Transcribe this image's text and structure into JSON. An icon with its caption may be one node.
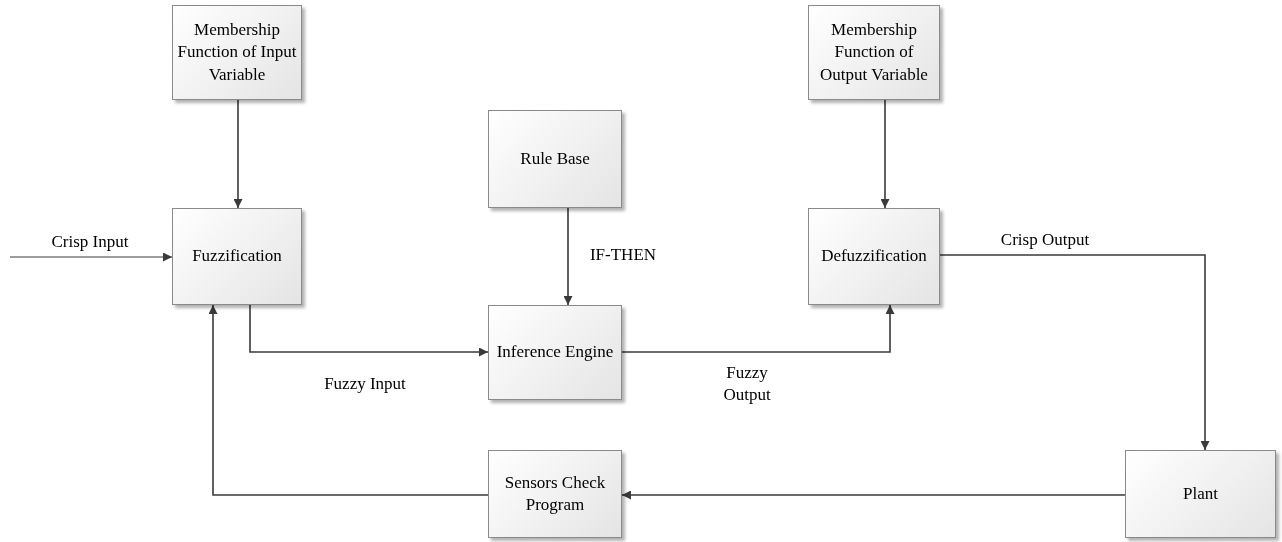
{
  "diagram": {
    "nodes": [
      {
        "text": [
          "Membership Function of Input Variable"
        ]
      },
      {
        "text": [
          "Rule Base"
        ]
      },
      {
        "text": [
          "Membership Function of Output Variable"
        ]
      },
      {
        "text": [
          "Fuzzification"
        ]
      },
      {
        "text": [
          "Inference Engine"
        ]
      },
      {
        "text": [
          "Defuzzification"
        ]
      },
      {
        "text": [
          "Sensors Check Program"
        ]
      },
      {
        "text": [
          "Plant"
        ]
      }
    ],
    "edges": [
      {
        "from": 0,
        "to": 3,
        "arrow": "to"
      },
      {
        "from": null,
        "to": 3,
        "arrow": "to",
        "label": "Crisp Input"
      },
      {
        "from": 3,
        "to": 4,
        "arrow": "to",
        "label": "Fuzzy Input"
      },
      {
        "from": 1,
        "to": 4,
        "arrow": "to",
        "label": "IF-THEN"
      },
      {
        "from": 4,
        "to": 5,
        "arrow": "to",
        "label": "Fuzzy Output"
      },
      {
        "from": 2,
        "to": 5,
        "arrow": "to"
      },
      {
        "from": 5,
        "to": 7,
        "arrow": "to",
        "label": "Crisp Output"
      },
      {
        "from": 7,
        "to": 6,
        "arrow": "to"
      },
      {
        "from": 6,
        "to": 3,
        "arrow": "to"
      }
    ]
  }
}
